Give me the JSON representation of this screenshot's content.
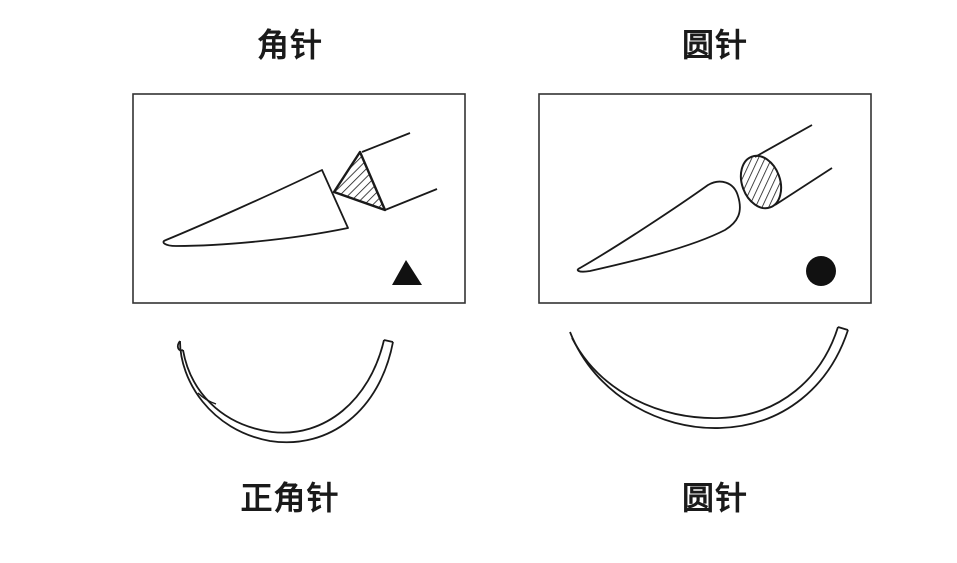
{
  "left_panel": {
    "title": "角针",
    "caption": "正角针",
    "cross_section_icon": "filled-triangle-icon"
  },
  "right_panel": {
    "title": "圆针",
    "caption": "圆针",
    "cross_section_icon": "filled-circle-icon"
  },
  "colors": {
    "stroke": "#1a1a1a",
    "background": "#ffffff",
    "hatch": "#1a1a1a"
  }
}
